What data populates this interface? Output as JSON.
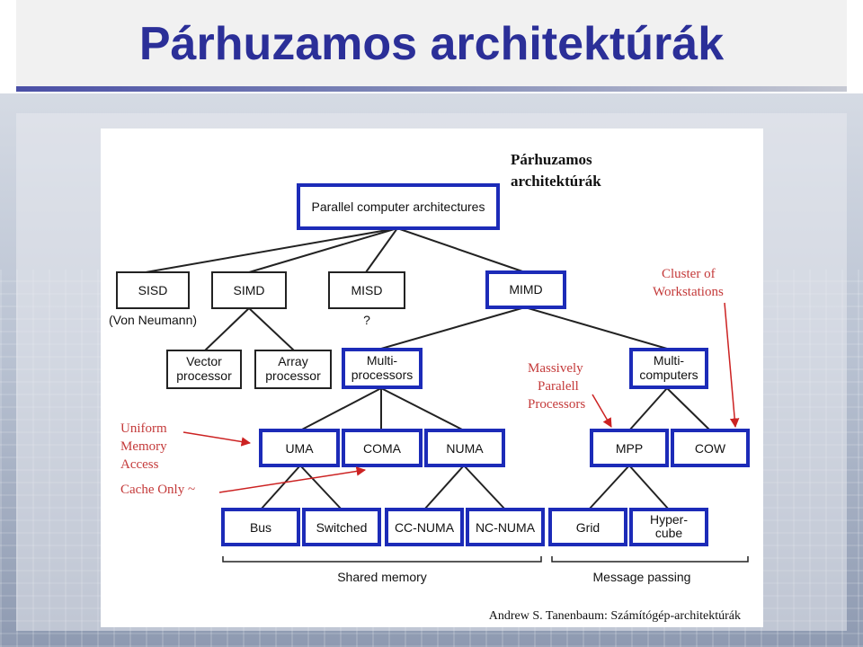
{
  "slide": {
    "title": "Párhuzamos architektúrák"
  },
  "diagram": {
    "heading": [
      "Párhuzamos",
      "architektúrák"
    ],
    "root": "Parallel computer architectures",
    "level1": {
      "sisd": "SISD",
      "simd": "SIMD",
      "misd": "MISD",
      "mimd": "MIMD"
    },
    "sisd_note": "(Von Neumann)",
    "misd_note": "?",
    "simd_children": {
      "vector": [
        "Vector",
        "processor"
      ],
      "array": [
        "Array",
        "processor"
      ]
    },
    "multiprocessors": [
      "Multi-",
      "processors"
    ],
    "multicomputers": [
      "Multi-",
      "computers"
    ],
    "shared": {
      "uma": "UMA",
      "coma": "COMA",
      "numa": "NUMA"
    },
    "message": {
      "mpp": "MPP",
      "cow": "COW"
    },
    "leaves": {
      "bus": "Bus",
      "switched": "Switched",
      "ccnuma": "CC-NUMA",
      "ncnuma": "NC-NUMA",
      "grid": "Grid",
      "hypercube": [
        "Hyper-",
        "cube"
      ]
    },
    "notes": {
      "uniform": [
        "Uniform",
        "Memory",
        "Access"
      ],
      "cache": "Cache Only ~",
      "massively": [
        "Massively",
        "Paralell",
        "Processors"
      ],
      "cluster": [
        "Cluster of",
        "Workstations"
      ]
    },
    "groups": {
      "shared_memory": "Shared memory",
      "message_passing": "Message passing"
    },
    "credit": "Andrew S. Tanenbaum: Számítógép-architektúrák"
  }
}
